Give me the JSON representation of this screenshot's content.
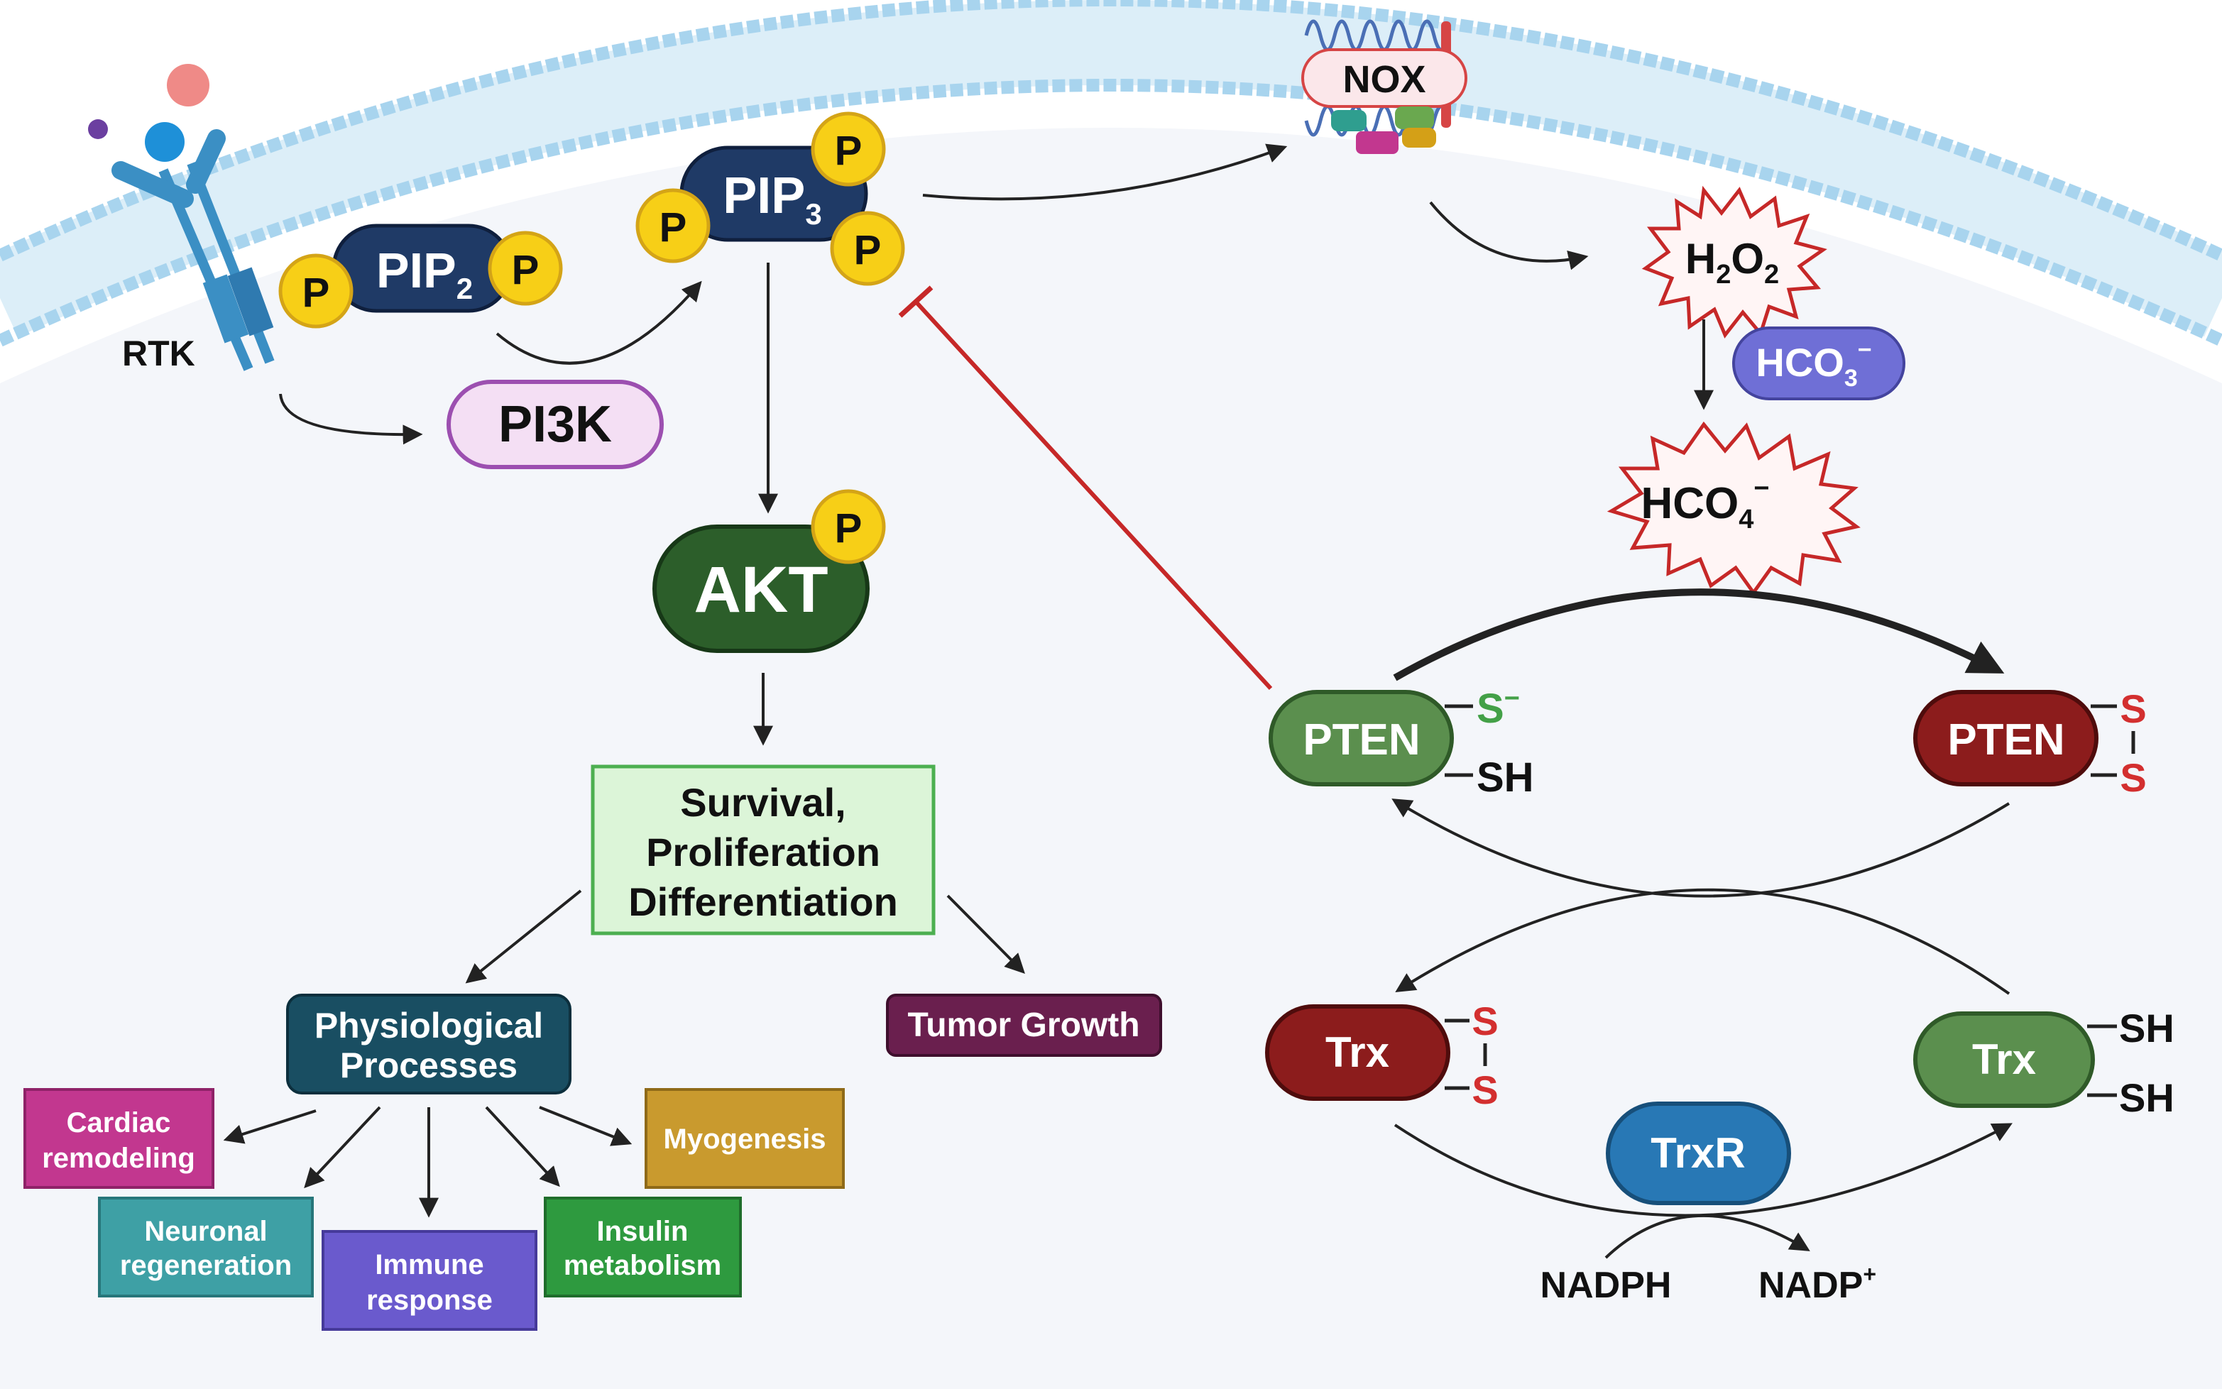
{
  "membrane": {
    "color": "#bfe0f2",
    "head_color": "#9fcfeb"
  },
  "receptor": {
    "label": "RTK",
    "color": "#3b8fc4"
  },
  "nodes": {
    "pip2": {
      "label": "PIP",
      "sub": "2",
      "color": "#1f3a66"
    },
    "pip3": {
      "label": "PIP",
      "sub": "3",
      "color": "#1f3a66"
    },
    "phospho": {
      "label": "P",
      "color": "#f7cf17"
    },
    "pi3k": {
      "label": "PI3K",
      "color": "#f4dff4"
    },
    "akt": {
      "label": "AKT",
      "color": "#2c5e2a"
    },
    "nox": {
      "label": "NOX"
    },
    "h2o2": {
      "label": "H",
      "sub1": "2",
      "mid": "O",
      "sub2": "2"
    },
    "hco3": {
      "label": "HCO",
      "sub": "3",
      "sup": "−",
      "color": "#6f6fd6"
    },
    "hco4": {
      "label": "HCO",
      "sub": "4",
      "sup": "−"
    },
    "pten_reduced": {
      "label": "PTEN",
      "color": "#5b8f4e",
      "s_top": "S",
      "s_top_sup": "−",
      "s_bottom": "SH",
      "s_top_color": "#43a047"
    },
    "pten_oxidized": {
      "label": "PTEN",
      "color": "#8c1c1c",
      "s_top": "S",
      "s_bottom": "S",
      "s_color": "#d32f2f"
    },
    "trx_oxidized": {
      "label": "Trx",
      "color": "#8c1c1c",
      "s_top": "S",
      "s_bottom": "S",
      "s_color": "#d32f2f"
    },
    "trx_reduced": {
      "label": "Trx",
      "color": "#5b8f4e",
      "s_top": "SH",
      "s_bottom": "SH"
    },
    "trxr": {
      "label": "TrxR",
      "color": "#2878b5"
    },
    "nadph": {
      "label": "NADPH"
    },
    "nadp": {
      "label": "NADP",
      "sup": "+"
    }
  },
  "outcomes": {
    "survival": {
      "lines": [
        "Survival,",
        "Proliferation",
        "Differentiation"
      ],
      "color": "#dcf5d8",
      "border": "#4caf50"
    },
    "physiological": {
      "lines": [
        "Physiological",
        "Processes"
      ],
      "color": "#194e62"
    },
    "tumor": {
      "label": "Tumor Growth",
      "color": "#6a1f4e"
    },
    "processes": [
      {
        "lines": [
          "Cardiac",
          "remodeling"
        ],
        "color": "#c2378f"
      },
      {
        "lines": [
          "Neuronal",
          "regeneration"
        ],
        "color": "#3ea0a5"
      },
      {
        "lines": [
          "Immune",
          "response"
        ],
        "color": "#6a5acd"
      },
      {
        "lines": [
          "Insulin",
          "metabolism"
        ],
        "color": "#2e9a3f"
      },
      {
        "lines": [
          "Myogenesis"
        ],
        "color": "#c99a2e"
      }
    ]
  },
  "colors": {
    "arrow": "#222222",
    "inhibit": "#c62828",
    "burst_stroke": "#c62828"
  }
}
